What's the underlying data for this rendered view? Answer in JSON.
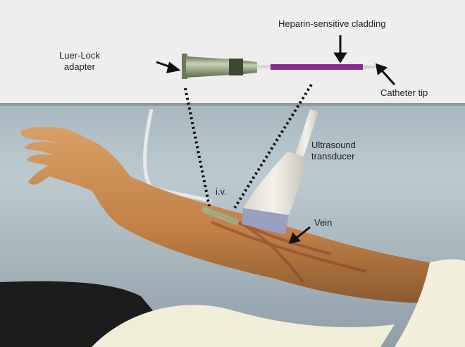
{
  "labels": {
    "heparin": "Heparin-sensitive cladding",
    "luer_line1": "Luer-Lock",
    "luer_line2": "adapter",
    "catheter_tip": "Catheter tip",
    "ultrasound_line1": "Ultrasound",
    "ultrasound_line2": "transducer",
    "iv": "i.v.",
    "vein": "Vein"
  },
  "colors": {
    "background_top": "#efeeec",
    "background_scene": "#b5c3ca",
    "catheter_purple": "#8a2a8c",
    "hub_green": "#8f9e7a",
    "skin": "#c9894a"
  }
}
